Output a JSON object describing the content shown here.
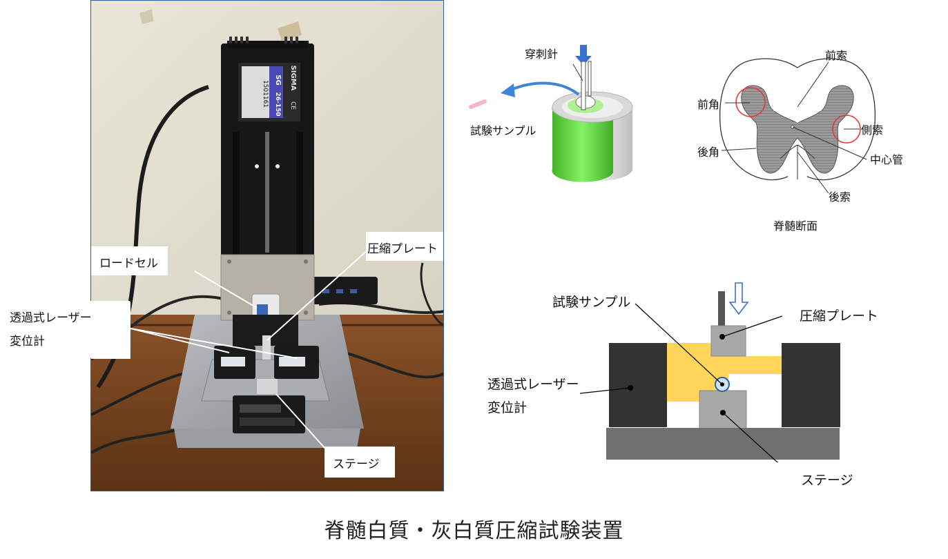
{
  "photo": {
    "callouts": {
      "load_cell": "ロードセル",
      "compression_plate": "圧縮プレート",
      "laser_gauge_line1": "透過式レーザー",
      "laser_gauge_line2": "変位計",
      "stage": "ステージ"
    },
    "device_text": {
      "brand": "SIGMA",
      "ce": "CE",
      "model_a": "SG",
      "model_b": "26-150",
      "serial": "1501161"
    }
  },
  "needle_figure": {
    "needle_label": "穿刺針",
    "sample_label": "試験サンプル"
  },
  "cross_section": {
    "labels": {
      "anterior_funiculus": "前索",
      "anterior_horn": "前角",
      "lateral_funiculus": "側索",
      "posterior_horn": "後角",
      "central_canal": "中心管",
      "posterior_funiculus": "後索"
    },
    "title": "脊髄断面"
  },
  "schematic": {
    "labels": {
      "sample": "試験サンプル",
      "plate": "圧縮プレート",
      "laser_line1": "透過式レーザー",
      "laser_line2": "変位計",
      "stage": "ステージ"
    },
    "colors": {
      "sensor": "#333333",
      "beam": "#ffd55a",
      "block": "#a8a8a8",
      "base": "#707070",
      "sample_fill": "#cfe4fb",
      "sample_stroke": "#2b5fa8"
    }
  },
  "caption": "脊髄白質・灰白質圧縮試験装置"
}
